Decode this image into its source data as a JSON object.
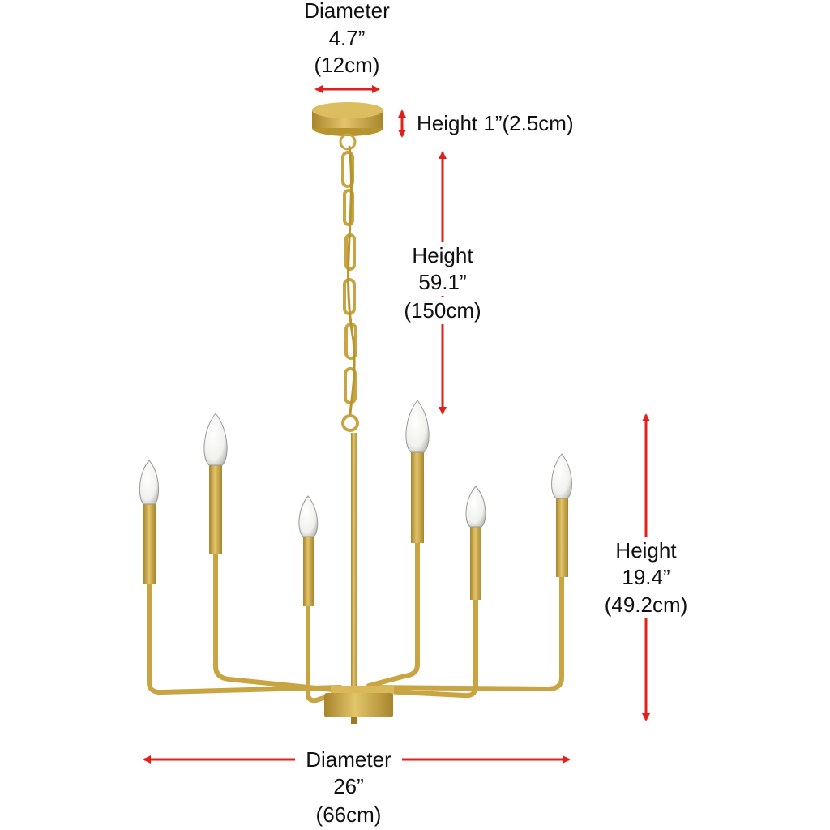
{
  "canopy_diameter": {
    "label": "Diameter",
    "inches": "4.7”",
    "cm": "(12cm)"
  },
  "canopy_height": {
    "label": "Height 1”(2.5cm)"
  },
  "chain_height": {
    "label": "Height",
    "inches": "59.1”",
    "cm": "(150cm)"
  },
  "body_height": {
    "label": "Height",
    "inches": "19.4”",
    "cm": "(49.2cm)"
  },
  "body_diameter": {
    "label": "Diameter",
    "inches": "26”",
    "cm": "(66cm)"
  },
  "colors": {
    "arrow": "#e0201b",
    "gold": "#c9a443",
    "gold_dark": "#9c7a24"
  }
}
